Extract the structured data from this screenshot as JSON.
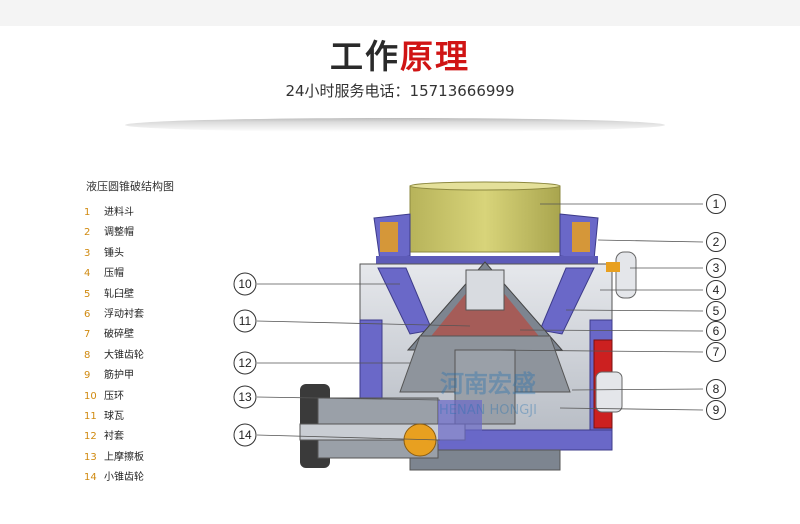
{
  "header": {
    "title_part1": "工作",
    "title_part2": "原理",
    "hotline": "24小时服务电话：15713666999"
  },
  "legend": {
    "title": "液压圆锥破结构图",
    "items": [
      {
        "num": "1",
        "label": "进料斗"
      },
      {
        "num": "2",
        "label": "调整帽"
      },
      {
        "num": "3",
        "label": "锤头"
      },
      {
        "num": "4",
        "label": "压帽"
      },
      {
        "num": "5",
        "label": "轧臼壁"
      },
      {
        "num": "6",
        "label": "浮动衬套"
      },
      {
        "num": "7",
        "label": "破碎壁"
      },
      {
        "num": "8",
        "label": "大锥齿轮"
      },
      {
        "num": "9",
        "label": "筋护甲"
      },
      {
        "num": "10",
        "label": "压环"
      },
      {
        "num": "11",
        "label": "球瓦"
      },
      {
        "num": "12",
        "label": "衬套"
      },
      {
        "num": "13",
        "label": "上摩擦板"
      },
      {
        "num": "14",
        "label": "小锥齿轮"
      }
    ]
  },
  "diagram": {
    "callouts": [
      "1",
      "2",
      "3",
      "4",
      "5",
      "6",
      "7",
      "8",
      "9",
      "10",
      "11",
      "12",
      "13",
      "14"
    ],
    "watermark_line1": "河南宏盛",
    "watermark_line2": "HENAN HONGJI"
  },
  "colors": {
    "title_dark": "#2a2a2a",
    "title_red": "#d01414",
    "legend_number": "#d08a10",
    "hopper": "#c8c46a",
    "frame_purple": "#6a68c8",
    "liner_gray": "#7d8590",
    "accent_orange": "#e8a020",
    "accent_red": "#cc2020"
  }
}
